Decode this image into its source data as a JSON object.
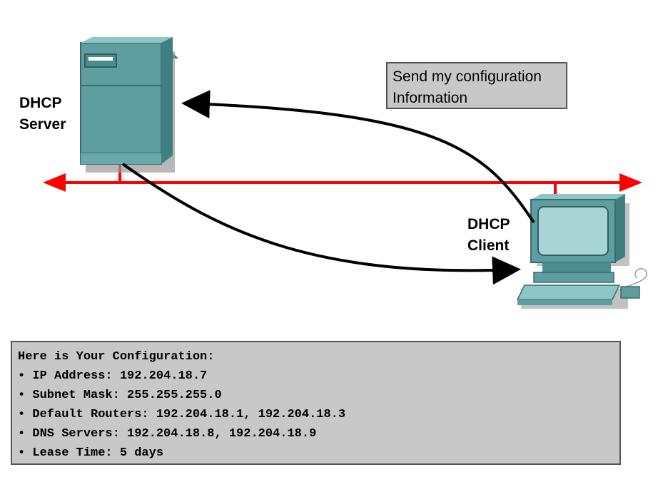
{
  "server": {
    "label_line1": "DHCP",
    "label_line2": "Server"
  },
  "client": {
    "label_line1": "DHCP",
    "label_line2": "Client"
  },
  "request_message": {
    "line1": "Send my configuration",
    "line2": "Information"
  },
  "config": {
    "title": "Here is Your Configuration:",
    "items": [
      "IP Address: 192.204.18.7",
      "Subnet Mask: 255.255.255.0",
      "Default Routers: 192.204.18.1, 192.204.18.3",
      "DNS Servers: 192.204.18.8, 192.204.18.9",
      "Lease Time: 5 days"
    ]
  },
  "colors": {
    "network": "#ff0000",
    "device": "#5f9ea0",
    "box": "#c8c8c8"
  },
  "icons": {
    "server": "server-tower-icon",
    "client": "desktop-computer-icon"
  }
}
